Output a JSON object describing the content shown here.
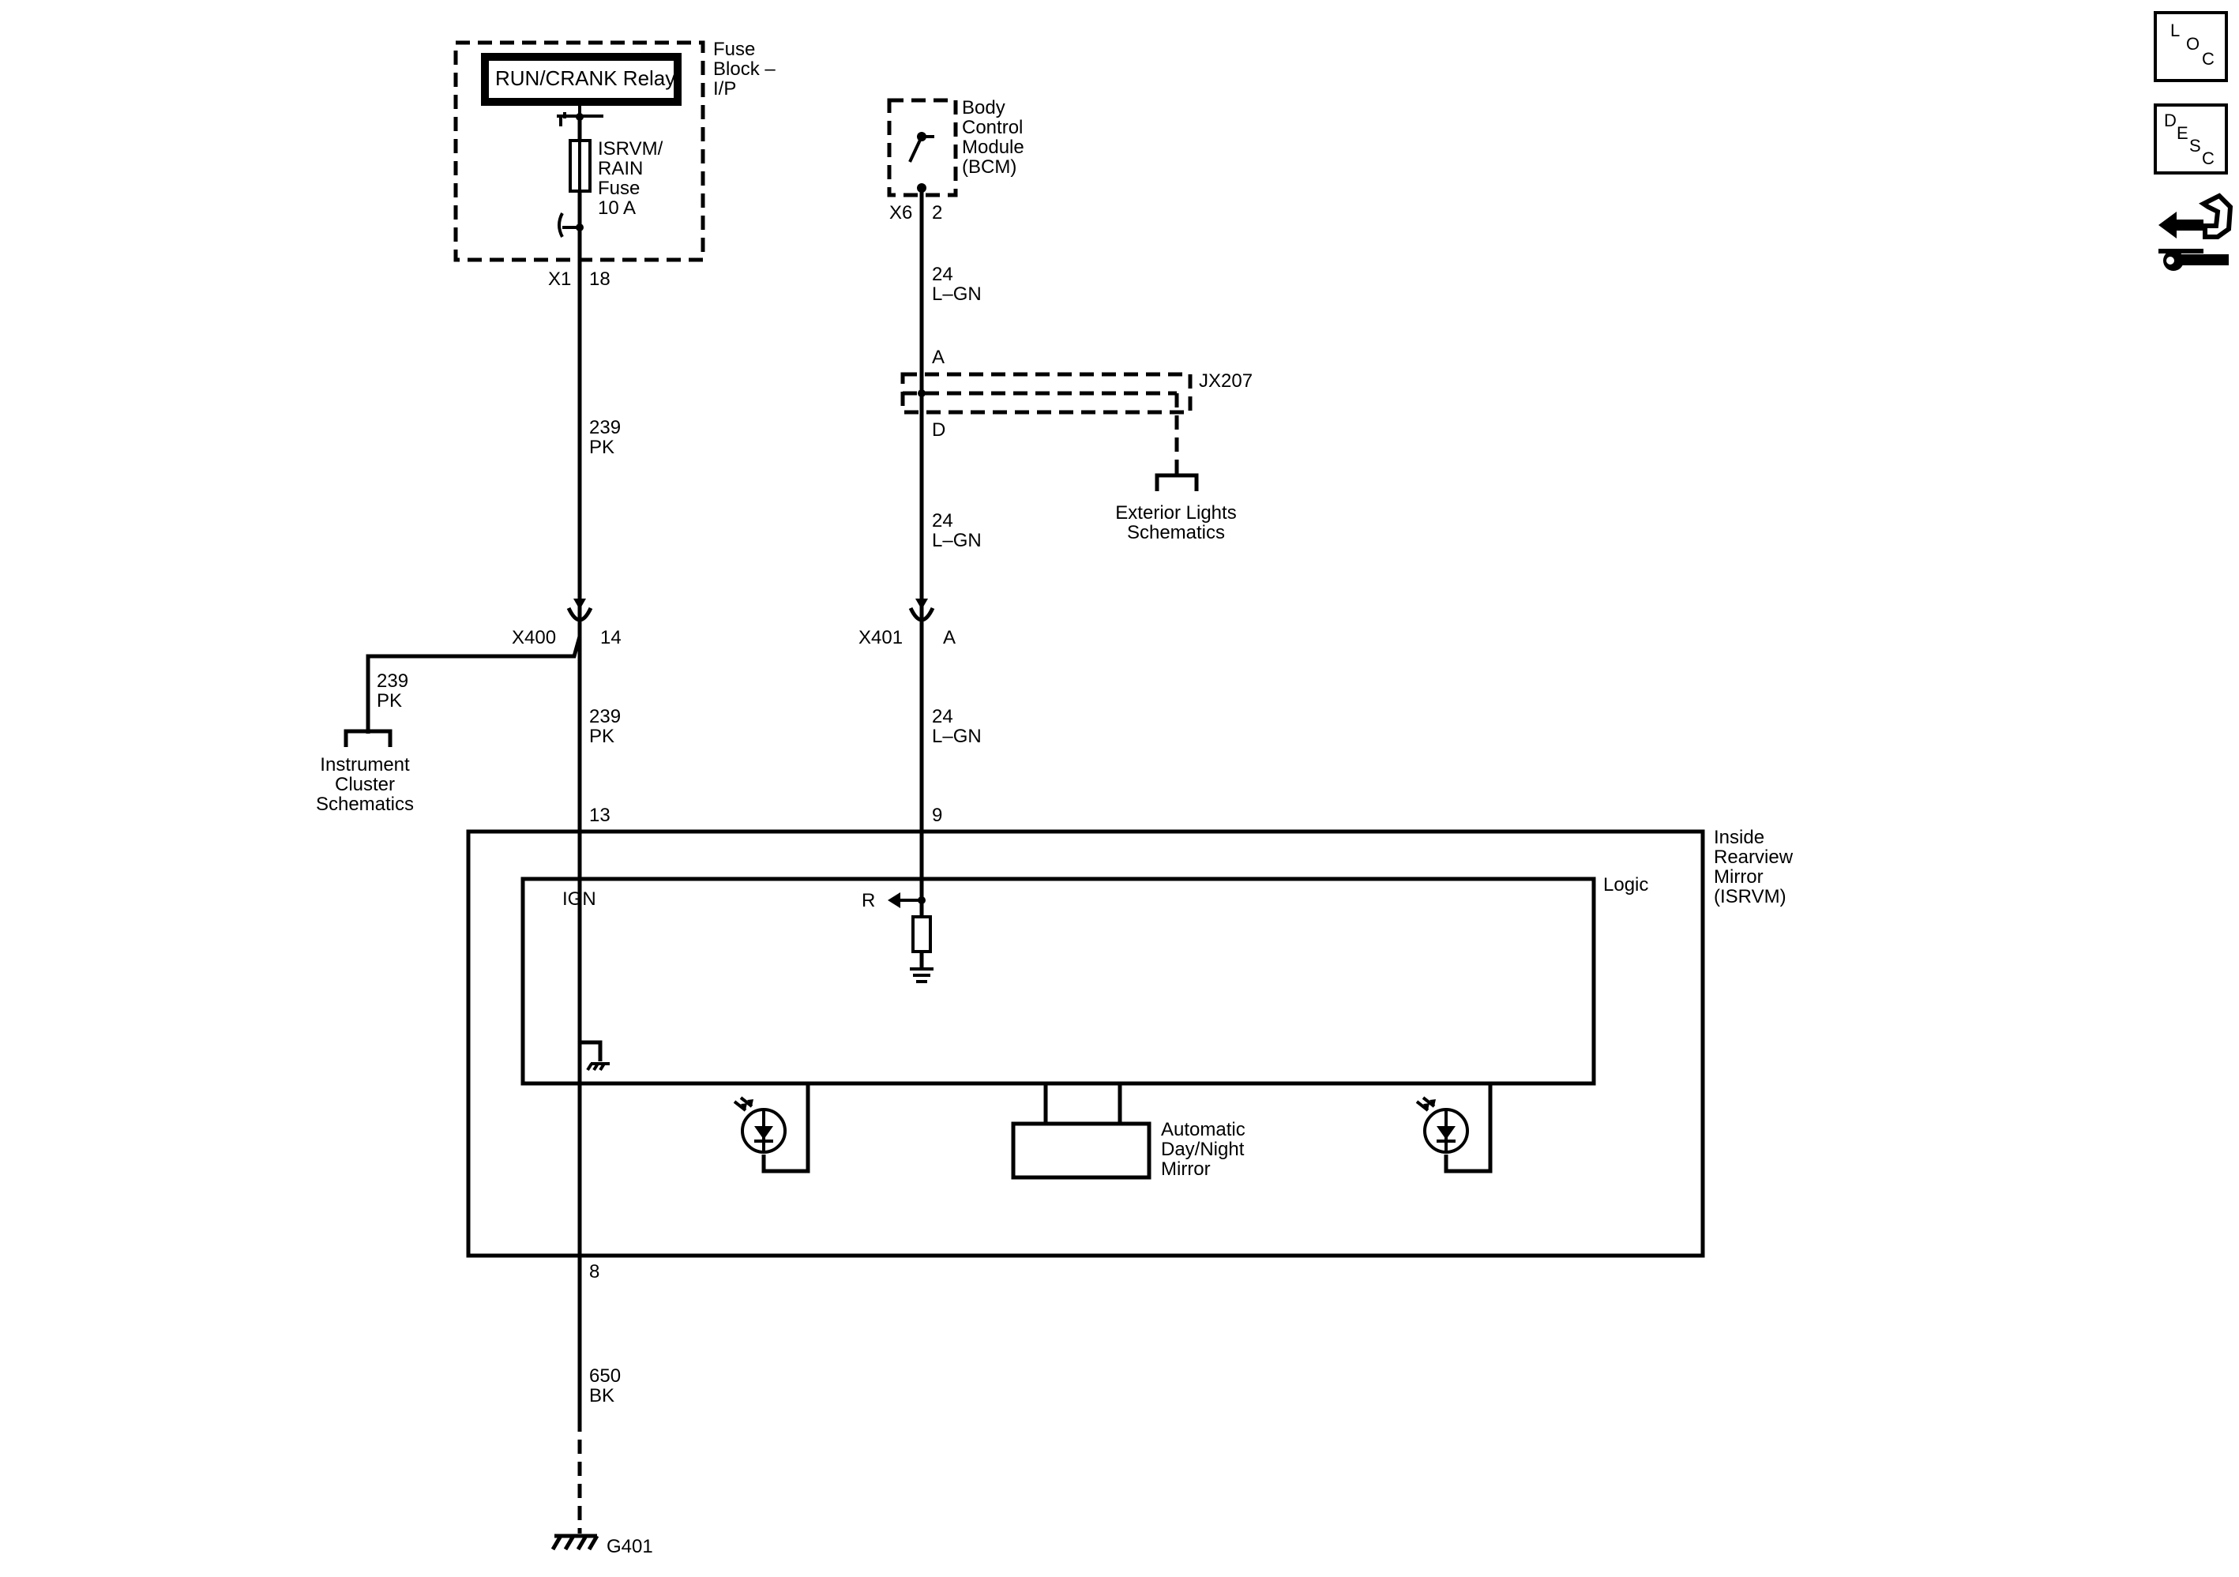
{
  "fuse_block": {
    "title": [
      "Fuse",
      "Block –",
      "I/P"
    ],
    "relay_label": "RUN/CRANK Relay",
    "fuse_label": [
      "ISRVM/",
      "RAIN",
      "Fuse",
      "10 A"
    ]
  },
  "bcm": {
    "title": [
      "Body",
      "Control",
      "Module",
      "(BCM)"
    ],
    "connector": "X6",
    "pin": "2"
  },
  "wires": {
    "fuse_out": {
      "connector": "X1",
      "pin": "18"
    },
    "w239_top": {
      "circuit": "239",
      "color": "PK"
    },
    "w24_top": {
      "circuit": "24",
      "color": "L–GN"
    },
    "w24_mid": {
      "circuit": "24",
      "color": "L–GN"
    },
    "w239_branch": {
      "circuit": "239",
      "color": "PK"
    },
    "w239_low": {
      "circuit": "239",
      "color": "PK"
    },
    "w24_low": {
      "circuit": "24",
      "color": "L–GN"
    },
    "w650": {
      "circuit": "650",
      "color": "BK"
    }
  },
  "splice": {
    "name": "JX207",
    "pin_in": "A",
    "pin_out": "D"
  },
  "references": {
    "exterior_lights": [
      "Exterior Lights",
      "Schematics"
    ],
    "instrument_cluster": [
      "Instrument",
      "Cluster",
      "Schematics"
    ]
  },
  "inline_connectors": {
    "x400": {
      "name": "X400",
      "pin": "14"
    },
    "x401": {
      "name": "X401",
      "pin": "A"
    }
  },
  "mirror": {
    "title": [
      "Inside",
      "Rearview",
      "Mirror",
      "(ISRVM)"
    ],
    "pin_ign": "13",
    "pin_r": "9",
    "pin_gnd": "8",
    "logic_label": "Logic",
    "ign_label": "IGN",
    "r_label": "R",
    "auto_mirror": [
      "Automatic",
      "Day/Night",
      "Mirror"
    ]
  },
  "ground": {
    "name": "G401"
  },
  "nav": {
    "loc": [
      "L",
      "O",
      "C"
    ],
    "desc": [
      "D",
      "E",
      "S",
      "C"
    ]
  }
}
